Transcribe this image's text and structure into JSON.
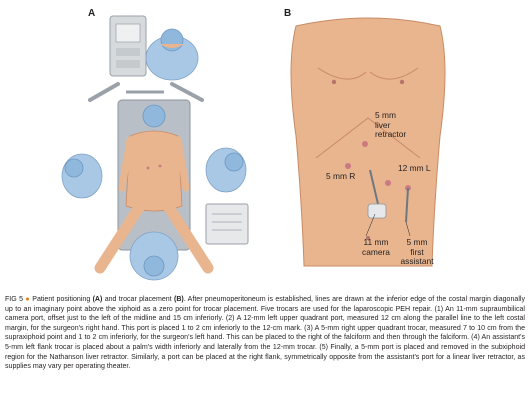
{
  "panels": {
    "a": "A",
    "b": "B"
  },
  "labels": {
    "liver_retractor": [
      "5 mm",
      "liver",
      "retractor"
    ],
    "port_5mm_r": "5 mm R",
    "port_12mm_l": "12 mm L",
    "camera": [
      "11 mm",
      "camera"
    ],
    "first_assistant": [
      "5 mm",
      "first",
      "assistant"
    ]
  },
  "caption": {
    "fig_number": "FIG 5",
    "bullet": "●",
    "t1": "Patient positioning ",
    "a": "(A)",
    "t2": " and trocar placement ",
    "b": "(B)",
    "body": ". After pneumoperitoneum is established, lines are drawn at the inferior edge of the costal margin diagonally up to an imaginary point above the xiphoid as a zero point for trocar placement. Five trocars are used for the laparoscopic PEH repair. (1) An 11-mm supraumbilical camera port, offset just to the left of the midline and 15 cm inferiorly. (2) A 12-mm left upper quadrant port, measured 12 cm along the parallel line to the left costal margin, for the surgeon's right hand. This port is placed 1 to 2 cm inferiorly to the 12-cm mark. (3) A 5-mm right upper quadrant trocar, measured 7 to 10 cm from the supraxiphoid point and 1 to 2 cm inferiorly, for the surgeon's left hand. This can be placed to the right of the falciform and then through the falciform. (4) An assistant's 5-mm left flank trocar is placed about a palm's width inferiorly and laterally from the 12-mm trocar. (5) Finally, a 5-mm port is placed and removed in the subxiphoid region for the Nathanson liver retractor. Similarly, a port can be placed at the right flank, symmetrically opposite from the assistant's port for a linear liver retractor, as supplies may vary per operating theater."
  },
  "colors": {
    "skin": "#e8b58f",
    "skin_shadow": "#c98a64",
    "gown_blue": "#a9c8e6",
    "cap_blue": "#8fb8dc",
    "table_gray": "#b9bfc6",
    "tower_gray": "#d7dadd",
    "port_pink": "#c97a82",
    "caption_bullet": "#e07b1a"
  }
}
